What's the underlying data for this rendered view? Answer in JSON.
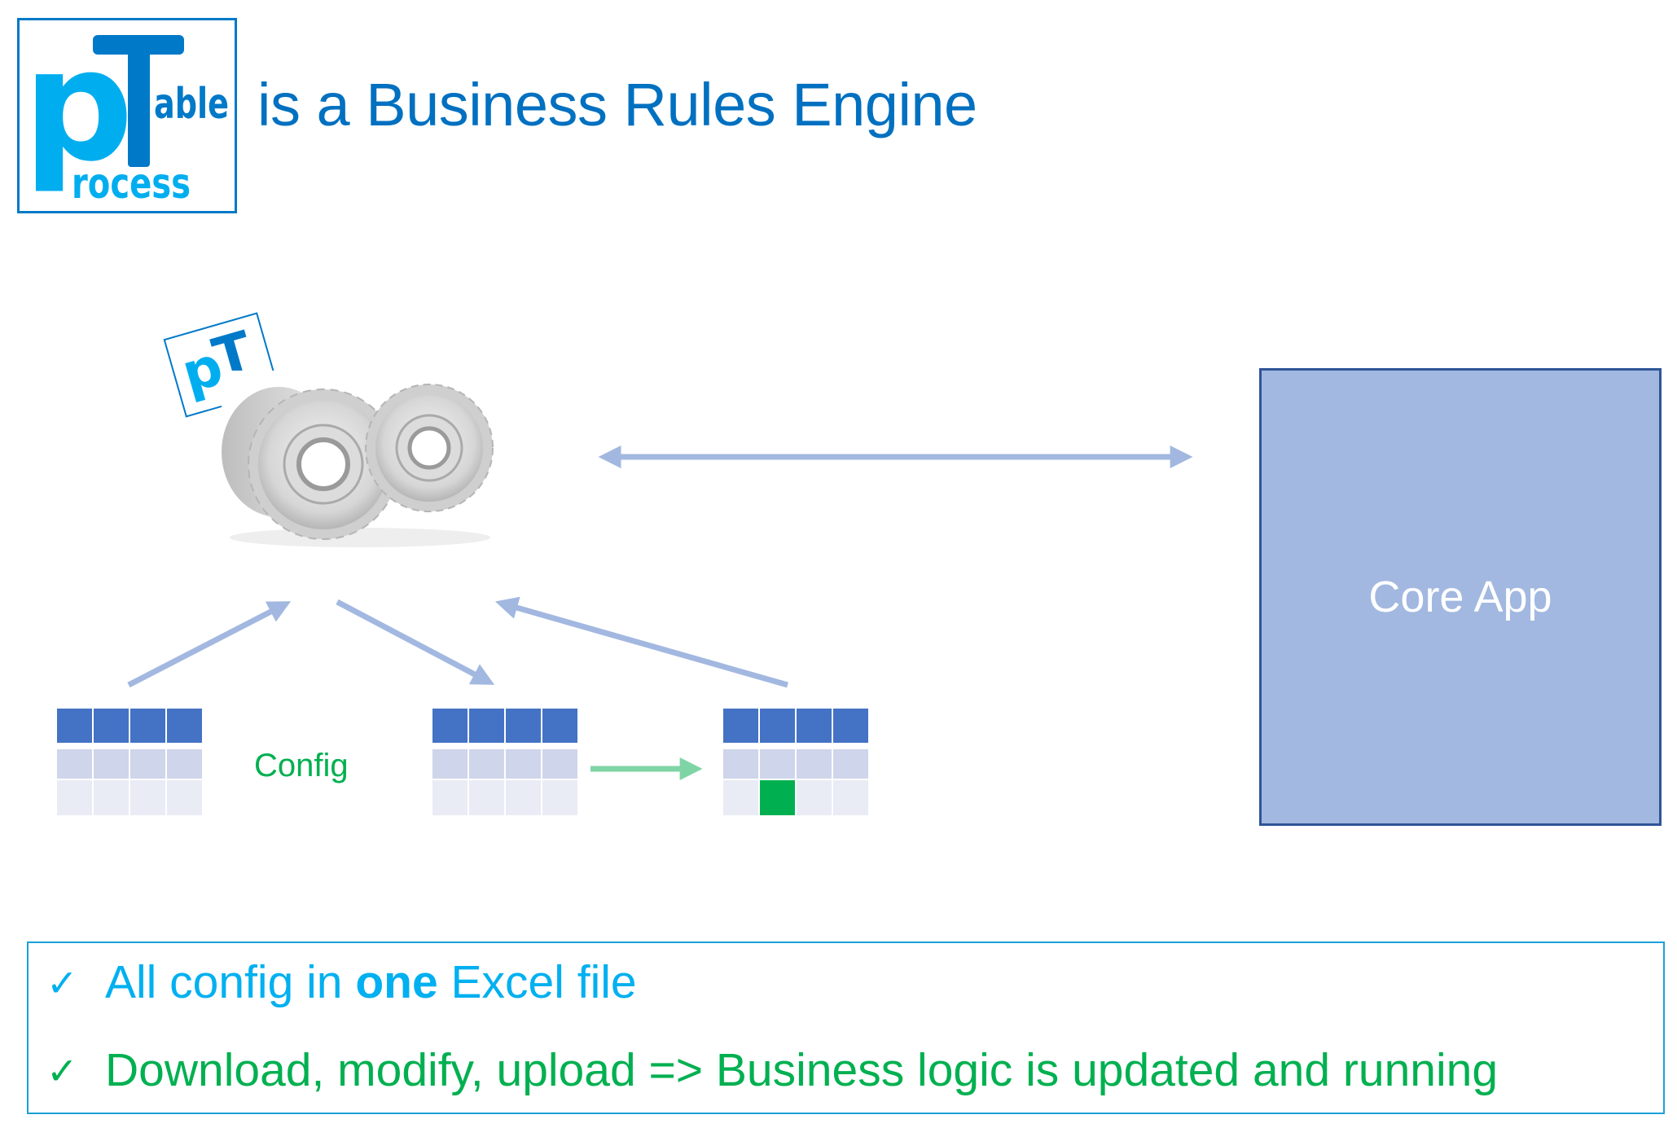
{
  "logo": {
    "big_p": "p",
    "big_t": "T",
    "word_able": "able",
    "word_rocess": "rocess",
    "colors": {
      "light_blue": "#00AEEF",
      "dark_blue": "#0079C8"
    }
  },
  "header": {
    "title": "is a Business Rules Engine",
    "color": "#0070C0"
  },
  "engine": {
    "badge_text_p": "p",
    "badge_text_t": "T",
    "icon": "gears-icon"
  },
  "diagram": {
    "config_label": "Config",
    "core_app_label": "Core App",
    "tables": [
      {
        "name": "config-table",
        "highlight_cell": null
      },
      {
        "name": "input-table",
        "highlight_cell": null
      },
      {
        "name": "output-table",
        "highlight_cell": {
          "row": 3,
          "col": 2
        }
      }
    ],
    "colors": {
      "arrow": "#A2B8E0",
      "green_arrow": "#7FD4A5",
      "header_cell": "#4472C4",
      "mid_cell": "#CFD5EA",
      "low_cell": "#E9EBF5",
      "highlight": "#00B050",
      "core_app_fill": "#A2B8E0",
      "core_app_border": "#2F5597"
    }
  },
  "benefits": {
    "items": [
      {
        "check": "✓",
        "pre": "All config in ",
        "bold": "one",
        "post": " Excel file",
        "color": "#00B0F0"
      },
      {
        "check": "✓",
        "text": "Download, modify, upload => Business logic is updated and running",
        "color": "#00B050"
      }
    ]
  }
}
